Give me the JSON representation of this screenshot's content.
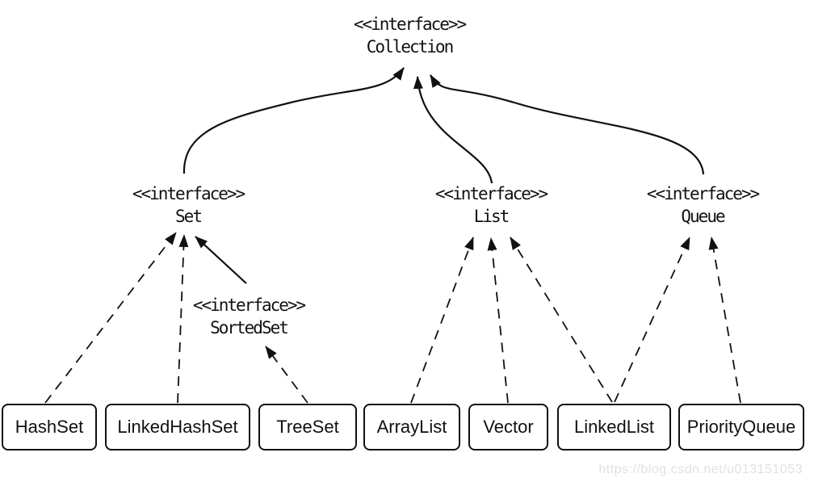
{
  "diagram": {
    "type": "uml-class-hierarchy",
    "subject": "Java Collection framework"
  },
  "interfaces": {
    "collection": {
      "stereotype": "<<interface>>",
      "name": "Collection"
    },
    "set": {
      "stereotype": "<<interface>>",
      "name": "Set"
    },
    "list": {
      "stereotype": "<<interface>>",
      "name": "List"
    },
    "queue": {
      "stereotype": "<<interface>>",
      "name": "Queue"
    },
    "sortedset": {
      "stereotype": "<<interface>>",
      "name": "SortedSet"
    }
  },
  "classes": {
    "hashset": {
      "label": "HashSet"
    },
    "linkedhashset": {
      "label": "LinkedHashSet"
    },
    "treeset": {
      "label": "TreeSet"
    },
    "arraylist": {
      "label": "ArrayList"
    },
    "vector": {
      "label": "Vector"
    },
    "linkedlist": {
      "label": "LinkedList"
    },
    "priorityqueue": {
      "label": "PriorityQueue"
    }
  },
  "edges": [
    {
      "from": "Set",
      "to": "Collection",
      "style": "solid-curve",
      "arrow": "filled"
    },
    {
      "from": "List",
      "to": "Collection",
      "style": "solid-curve",
      "arrow": "filled"
    },
    {
      "from": "Queue",
      "to": "Collection",
      "style": "solid-curve",
      "arrow": "filled"
    },
    {
      "from": "SortedSet",
      "to": "Set",
      "style": "solid",
      "arrow": "filled"
    },
    {
      "from": "HashSet",
      "to": "Set",
      "style": "dashed",
      "arrow": "filled"
    },
    {
      "from": "LinkedHashSet",
      "to": "Set",
      "style": "dashed",
      "arrow": "filled"
    },
    {
      "from": "TreeSet",
      "to": "SortedSet",
      "style": "dashed",
      "arrow": "filled"
    },
    {
      "from": "ArrayList",
      "to": "List",
      "style": "dashed",
      "arrow": "filled"
    },
    {
      "from": "Vector",
      "to": "List",
      "style": "dashed",
      "arrow": "filled"
    },
    {
      "from": "LinkedList",
      "to": "List",
      "style": "dashed",
      "arrow": "filled"
    },
    {
      "from": "LinkedList",
      "to": "Queue",
      "style": "dashed",
      "arrow": "filled"
    },
    {
      "from": "PriorityQueue",
      "to": "Queue",
      "style": "dashed",
      "arrow": "filled"
    }
  ],
  "watermark": {
    "text": "https://blog.csdn.net/u013151053"
  },
  "colors": {
    "background": "#ffffff",
    "line": "#111111",
    "box_border": "#111111",
    "text": "#111111",
    "watermark": "#e1e1e1"
  }
}
